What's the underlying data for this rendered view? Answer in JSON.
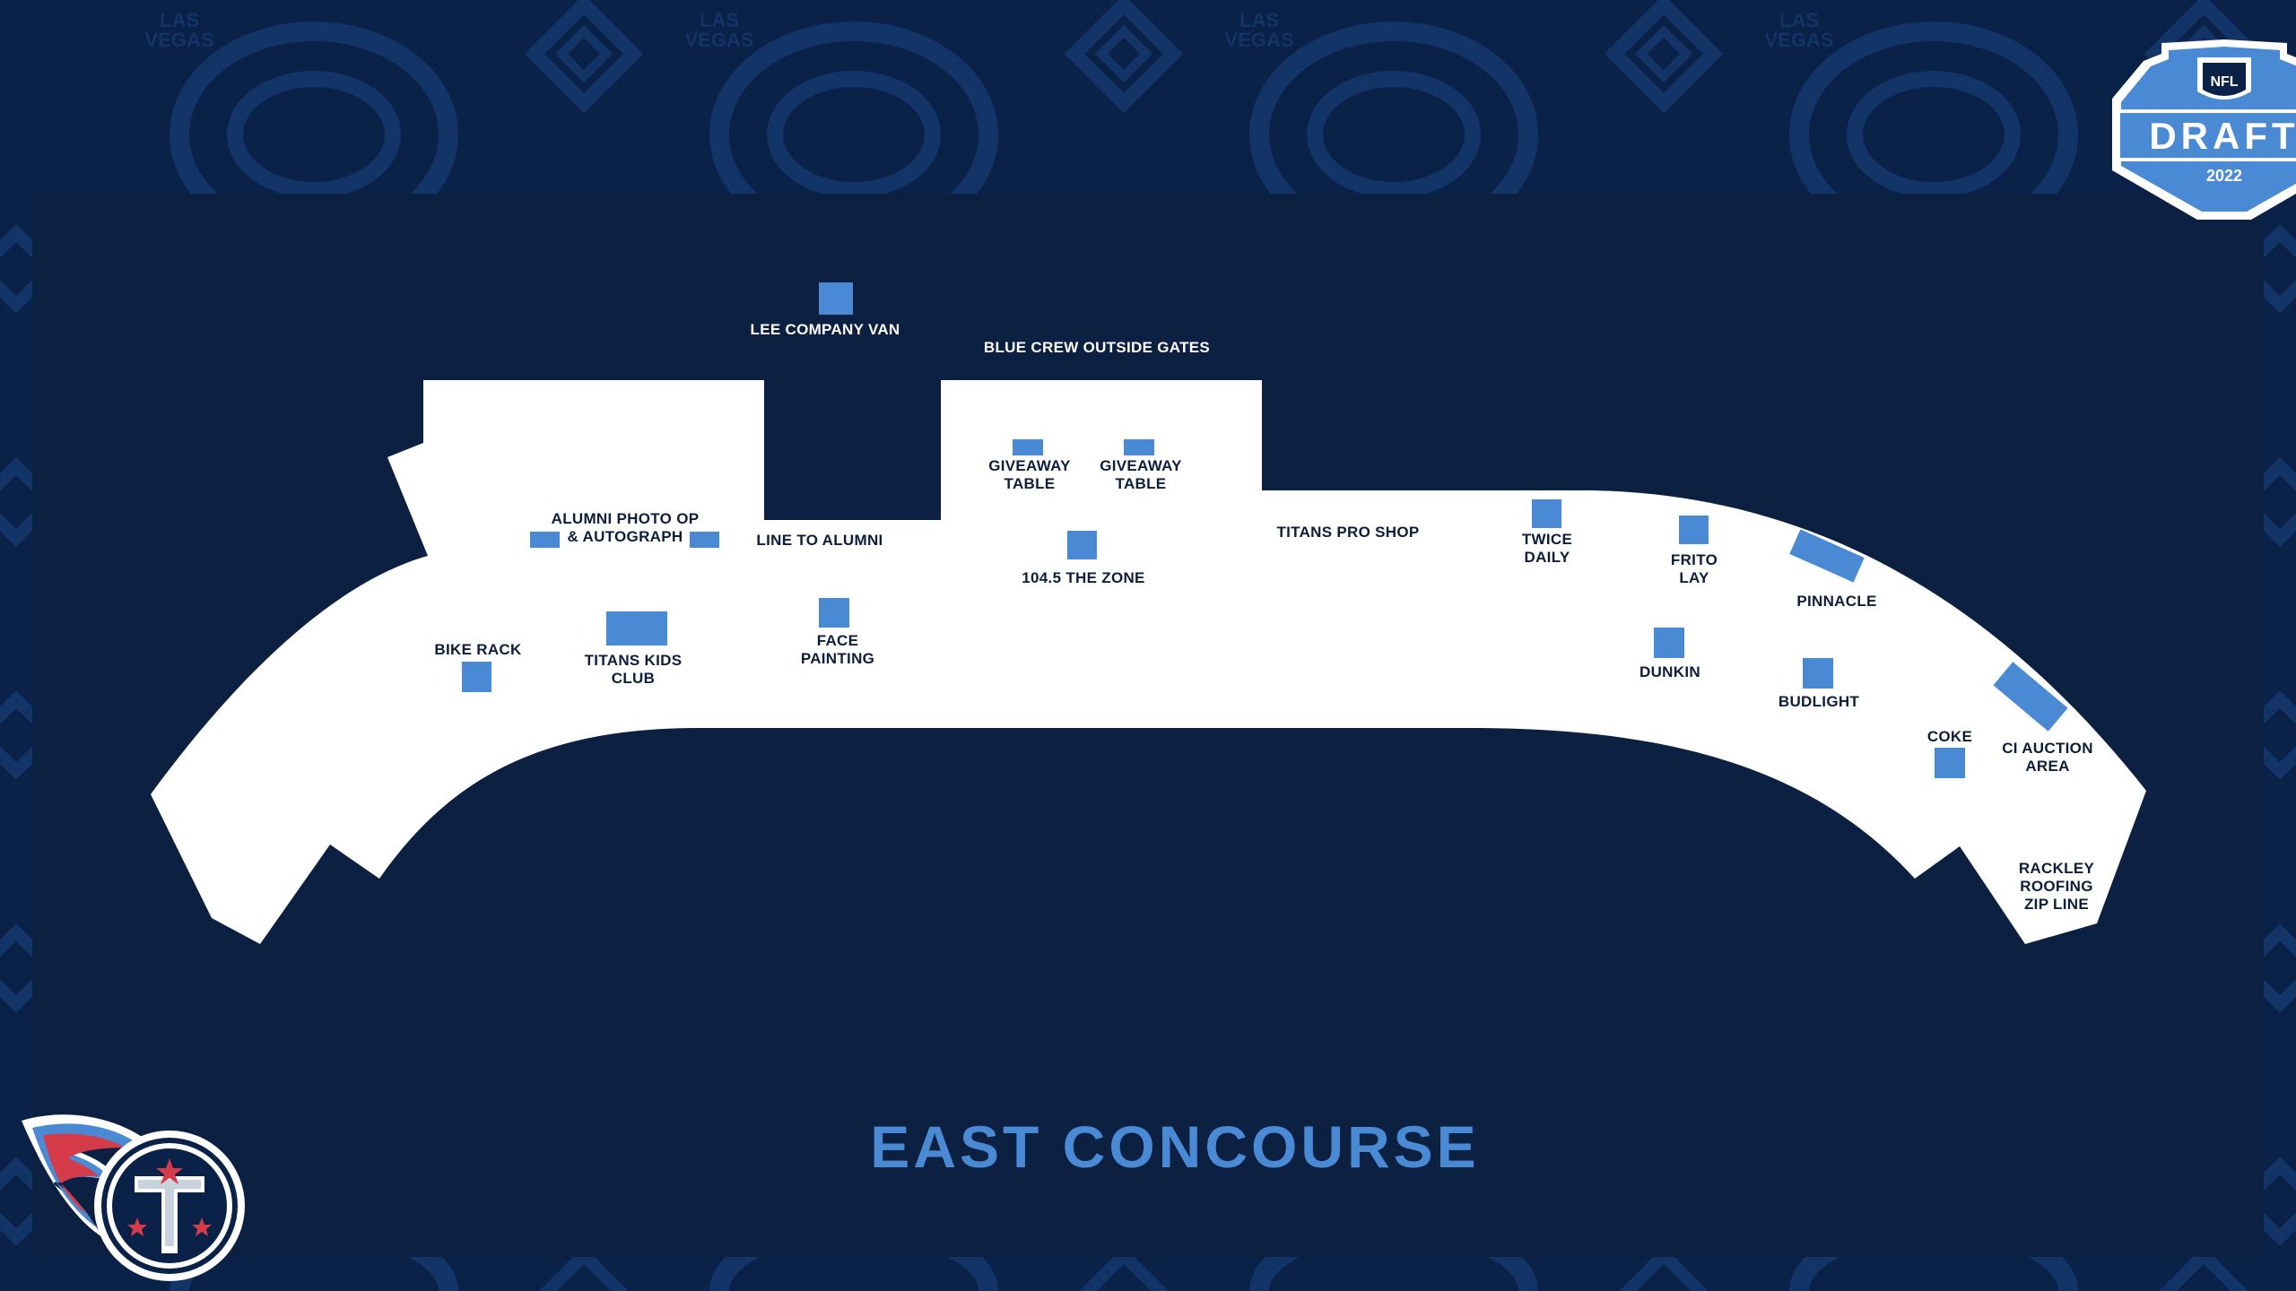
{
  "title": "EAST CONCOURSE",
  "colors": {
    "background": "#0a2148",
    "pattern": "#123466",
    "panel": "#0c2142",
    "concourse": "#ffffff",
    "booth": "#4a8ad4",
    "label": "#0c1e3c",
    "title": "#4a8ad4"
  },
  "draft_logo": {
    "top_text": "NFL",
    "main_text": "DRAFT",
    "year": "2022"
  },
  "pattern_text": {
    "line1": "LAS",
    "line2": "VEGAS"
  },
  "team_logo": {
    "icon": "titans-logo-icon"
  },
  "locations": [
    {
      "id": "lee-company-van",
      "lines": [
        "LEE COMPANY VAN"
      ]
    },
    {
      "id": "blue-crew-outside-gates",
      "lines": [
        "BLUE CREW OUTSIDE GATES"
      ]
    },
    {
      "id": "giveaway-table-1",
      "lines": [
        "GIVEAWAY",
        "TABLE"
      ]
    },
    {
      "id": "giveaway-table-2",
      "lines": [
        "GIVEAWAY",
        "TABLE"
      ]
    },
    {
      "id": "alumni-photo-op",
      "lines": [
        "ALUMNI PHOTO OP",
        "& AUTOGRAPH"
      ]
    },
    {
      "id": "line-to-alumni",
      "lines": [
        "LINE TO ALUMNI"
      ]
    },
    {
      "id": "the-zone",
      "lines": [
        "104.5 THE ZONE"
      ]
    },
    {
      "id": "titans-pro-shop",
      "lines": [
        "TITANS PRO SHOP"
      ]
    },
    {
      "id": "twice-daily",
      "lines": [
        "TWICE",
        "DAILY"
      ]
    },
    {
      "id": "frito-lay",
      "lines": [
        "FRITO",
        "LAY"
      ]
    },
    {
      "id": "pinnacle",
      "lines": [
        "PINNACLE"
      ]
    },
    {
      "id": "bike-rack",
      "lines": [
        "BIKE RACK"
      ]
    },
    {
      "id": "titans-kids-club",
      "lines": [
        "TITANS KIDS",
        "CLUB"
      ]
    },
    {
      "id": "face-painting",
      "lines": [
        "FACE",
        "PAINTING"
      ]
    },
    {
      "id": "dunkin",
      "lines": [
        "DUNKIN"
      ]
    },
    {
      "id": "budlight",
      "lines": [
        "BUDLIGHT"
      ]
    },
    {
      "id": "coke",
      "lines": [
        "COKE"
      ]
    },
    {
      "id": "ci-auction-area",
      "lines": [
        "CI AUCTION",
        "AREA"
      ]
    },
    {
      "id": "rackley-roofing-zip-line",
      "lines": [
        "RACKLEY",
        "ROOFING",
        "ZIP LINE"
      ]
    }
  ]
}
